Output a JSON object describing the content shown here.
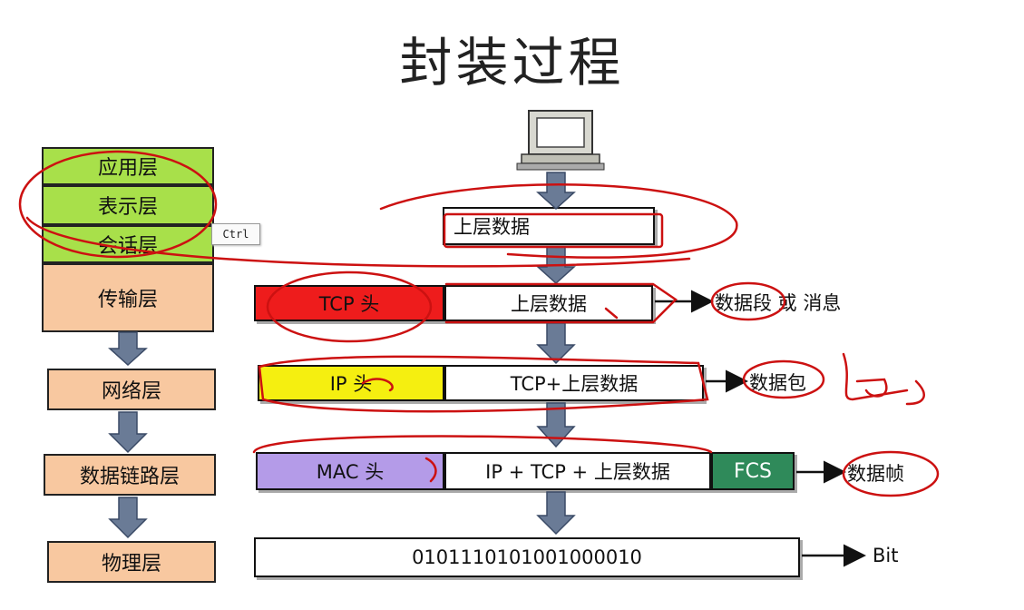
{
  "title": "封装过程",
  "layers": [
    "应用层",
    "表示层",
    "会话层",
    "传输层",
    "网络层",
    "数据链路层",
    "物理层"
  ],
  "tooltip": "Ctrl",
  "flow": {
    "upper": "上层数据",
    "transport": {
      "header": "TCP 头",
      "data": "上层数据",
      "label": "数据段 或 消息"
    },
    "network": {
      "header": "IP 头",
      "data": "TCP+上层数据",
      "label": "数据包"
    },
    "datalink": {
      "header": "MAC 头",
      "data": "IP + TCP + 上层数据",
      "trailer": "FCS",
      "label": "数据帧"
    },
    "physical": {
      "data": "010111010100100001 0",
      "bits": "0101110101001000010",
      "label": "Bit"
    }
  },
  "colors": {
    "app_layers": "#a8e04a",
    "lower_layers": "#f8c8a0",
    "tcp_header": "#ee1c1c",
    "ip_header": "#f5ef10",
    "mac_header": "#b49be8",
    "fcs": "#2f8a5a",
    "annotation": "#cc1111",
    "arrow": "#6a7b96"
  },
  "icons": [
    "computer-icon",
    "down-arrow-icon",
    "right-arrow-icon"
  ]
}
